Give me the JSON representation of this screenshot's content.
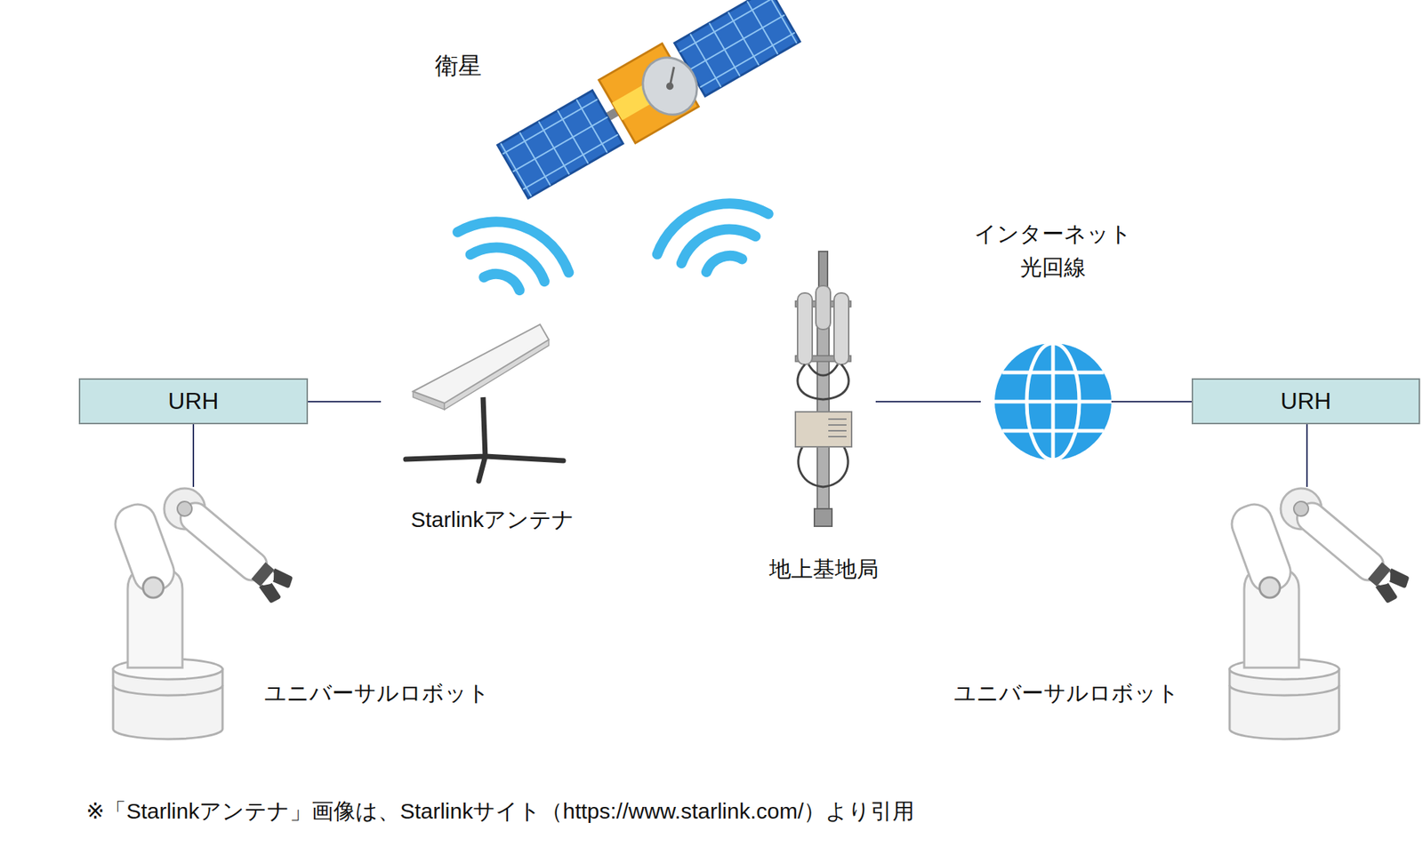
{
  "diagram": {
    "nodes": [
      {
        "text": [
          "URH"
        ]
      },
      {
        "text": [
          "インターネット 光回線"
        ]
      },
      {
        "text": [
          "URH"
        ]
      }
    ],
    "edges": [
      {
        "from": 1,
        "to": 2,
        "arrow": "none"
      }
    ],
    "labels": [
      "衛星",
      "Starlinkアンテナ",
      "地上基地局",
      "ユニバーサルロボット",
      "ユニバーサルロボット",
      "※「Starlinkアンテナ」画像は、Starlinkサイト（https://www.starlink.com/）より引用"
    ]
  }
}
